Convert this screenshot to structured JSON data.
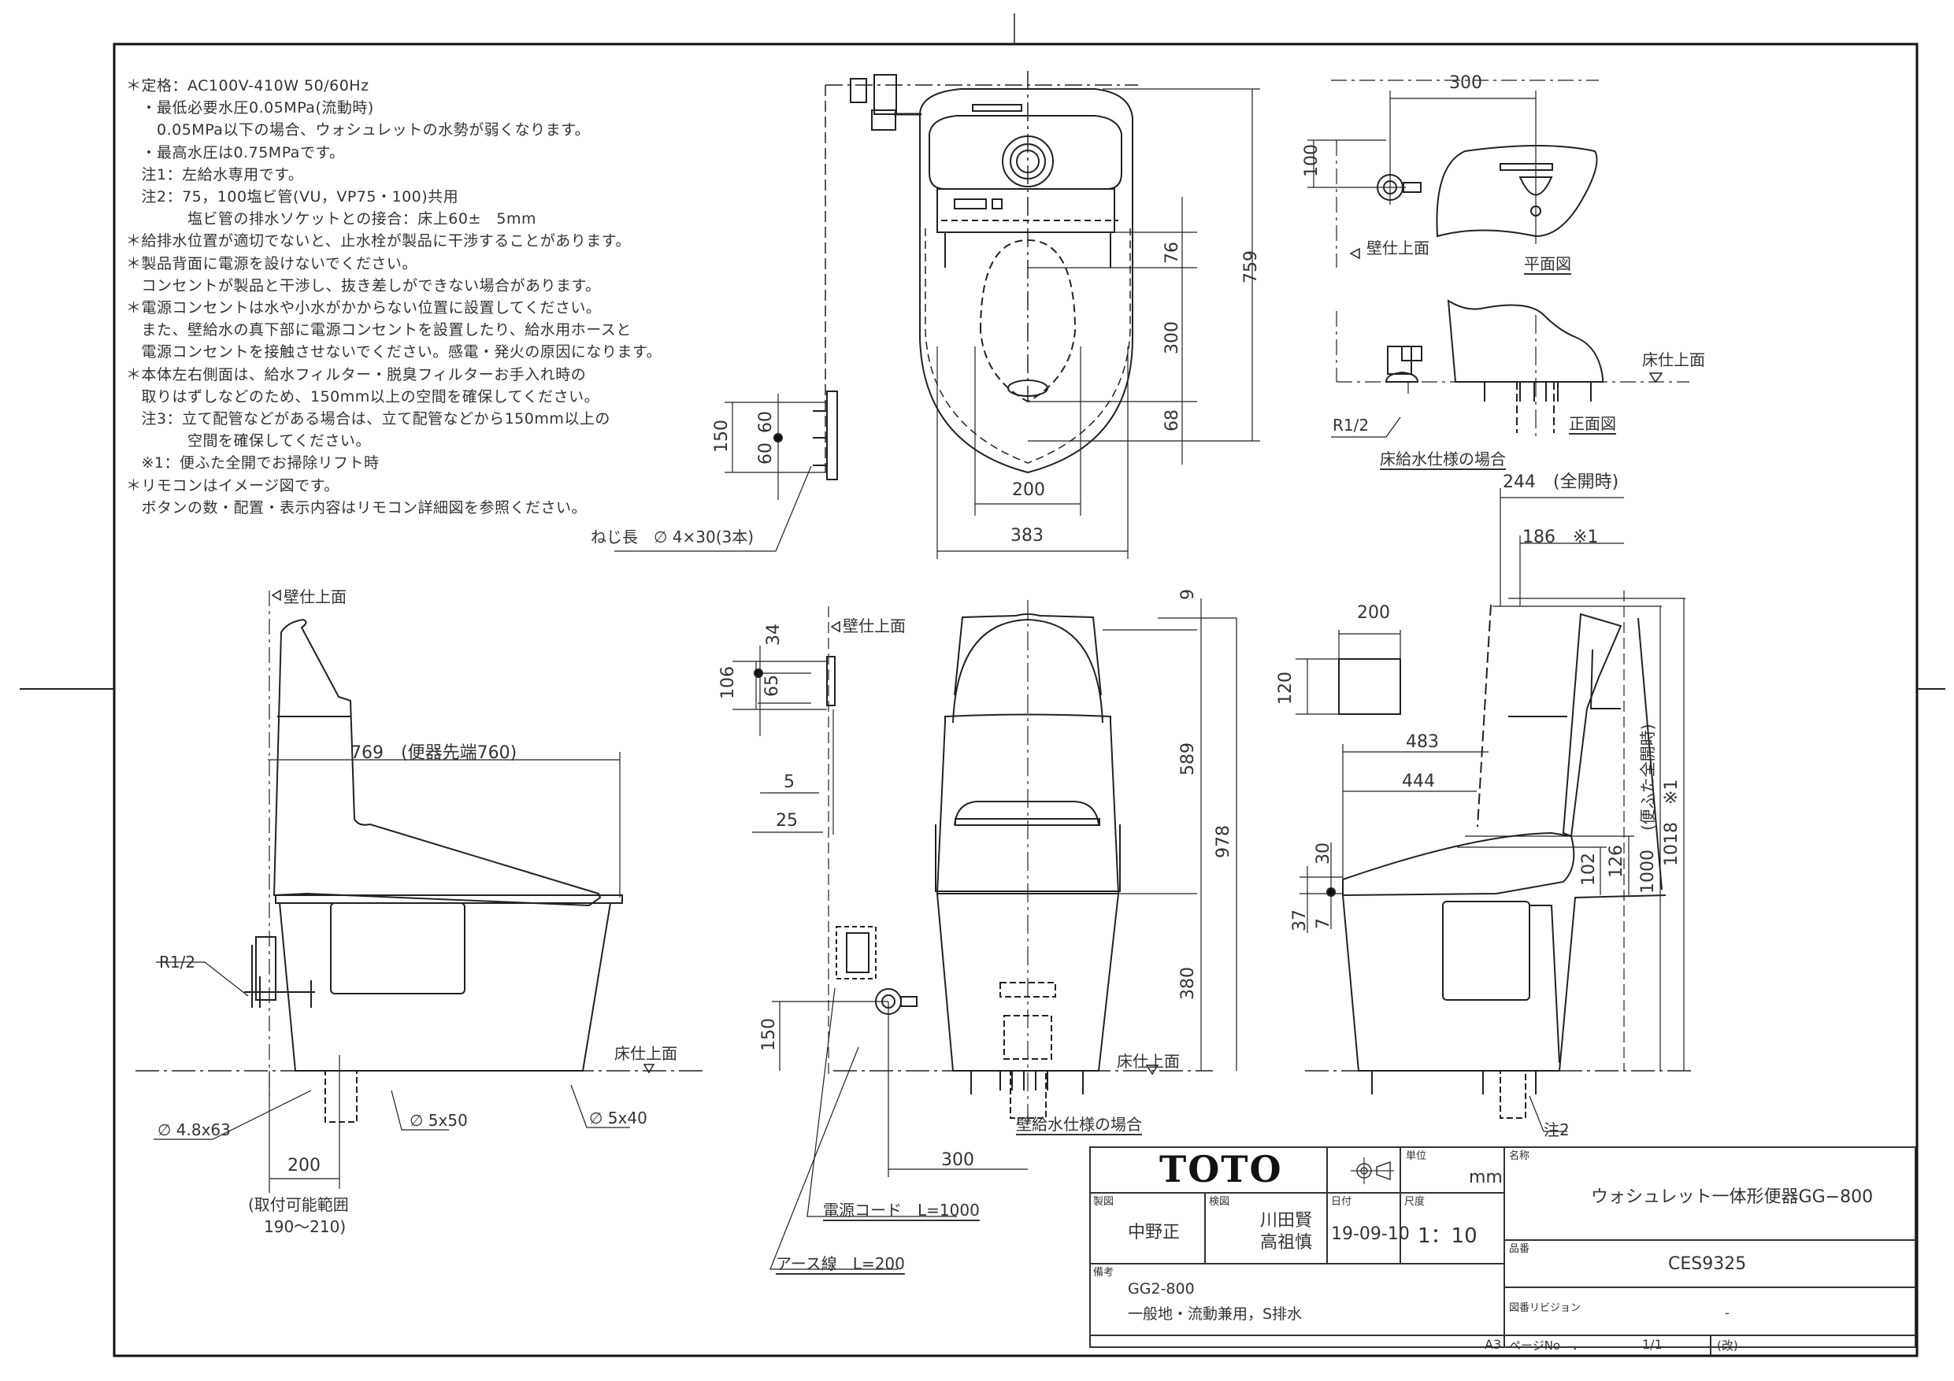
{
  "notes": [
    "＊定格：AC100V-410W 50/60Hz",
    "　・最低必要水圧0.05MPa(流動時)",
    "　　0.05MPa以下の場合、ウォシュレットの水勢が弱くなります。",
    "　・最高水圧は0.75MPaです。",
    "　注1：左給水専用です。",
    "　注2：75，100塩ビ管(VU，VP75・100)共用",
    "　　　　塩ビ管の排水ソケットとの接合：床上60±　5mm",
    "＊給排水位置が適切でないと、止水栓が製品に干渉することがあります。",
    "＊製品背面に電源を設けないでください。",
    "　コンセントが製品と干渉し、抜き差しができない場合があります。",
    "＊電源コンセントは水や小水がかからない位置に設置してください。",
    "　また、壁給水の真下部に電源コンセントを設置したり、給水用ホースと",
    "　電源コンセントを接触させないでください。感電・発火の原因になります。",
    "＊本体左右側面は、給水フィルター・脱臭フィルターお手入れ時の",
    "　取りはずしなどのため、150mm以上の空間を確保してください。",
    "　注3：立て配管などがある場合は、立て配管などから150mm以上の",
    "　　　　空間を確保してください。",
    "　※1：便ふた全開でお掃除リフト時",
    "＊リモコンはイメージ図です。",
    "　ボタンの数・配置・表示内容はリモコン詳細図を参照ください。"
  ],
  "plan_view": {
    "dims": {
      "width_total": "383",
      "width_bowl": "200",
      "overall_depth": "759",
      "d76": "76",
      "d300": "300",
      "d68": "68"
    },
    "remote": {
      "d150": "150",
      "d60a": "60",
      "d60b": "60",
      "screw": "ねじ長　∅ 4×30(3本)"
    }
  },
  "floor_supply": {
    "d300": "300",
    "d100": "100",
    "wall_label": "壁仕上面",
    "plan_label": "平面図",
    "floor_label": "床仕上面",
    "front_label": "正面図",
    "r_label": "R1/2",
    "title": "床給水仕様の場合"
  },
  "side_view_left": {
    "wall_label": "壁仕上面",
    "d769": "769　(便器先端760)",
    "r_label": "R1/2",
    "floor_label": "床仕上面",
    "screw1": "∅ 4.8x63",
    "screw2": "∅ 5x50",
    "screw3": "∅ 5x40",
    "d200": "200",
    "range1": "(取付可能範囲",
    "range2": "190〜210)"
  },
  "front_view": {
    "wall_label": "壁仕上面",
    "d34": "34",
    "d106": "106",
    "d65": "65",
    "d5": "5",
    "d25": "25",
    "d9": "9",
    "d589": "589",
    "d978": "978",
    "d380": "380",
    "d150": "150",
    "d300": "300",
    "floor_label": "床仕上面",
    "title": "壁給水仕様の場合",
    "cord": "電源コード　L=1000",
    "earth": "アース線　L=200"
  },
  "side_view_right": {
    "d244": "244　(全開時)",
    "d186": "186　※1",
    "d200": "200",
    "d120": "120",
    "d483": "483",
    "d444": "444",
    "d30": "30",
    "d37": "37",
    "d7": "7",
    "d102": "102",
    "d126": "126",
    "d1000": "1000",
    "d1000_note": "(便ふた全開時)",
    "d1018": "1018　※1",
    "note2": "注2"
  },
  "title_block": {
    "brand": "TOTO",
    "unit_label": "単位",
    "unit": "mm",
    "name_label": "名称",
    "name": "ウォシュレット一体形便器GG−800",
    "drawn_label": "製図",
    "drawn": "中野正",
    "checked_label": "検図",
    "checked1": "川田賢",
    "checked2": "高祖慎",
    "date_label": "日付",
    "date": "19-09-10",
    "scale_label": "尺度",
    "scale": "1：10",
    "part_label": "品番",
    "part": "CES9325",
    "remarks_label": "備考",
    "remarks1": "GG2-800",
    "remarks2": "一般地・流動兼用，S排水",
    "rev_label": "図番リビジョン",
    "rev": "-",
    "paper": "A3",
    "page_label": "ページNo　．",
    "page": "1/1",
    "kai": "(改)"
  }
}
